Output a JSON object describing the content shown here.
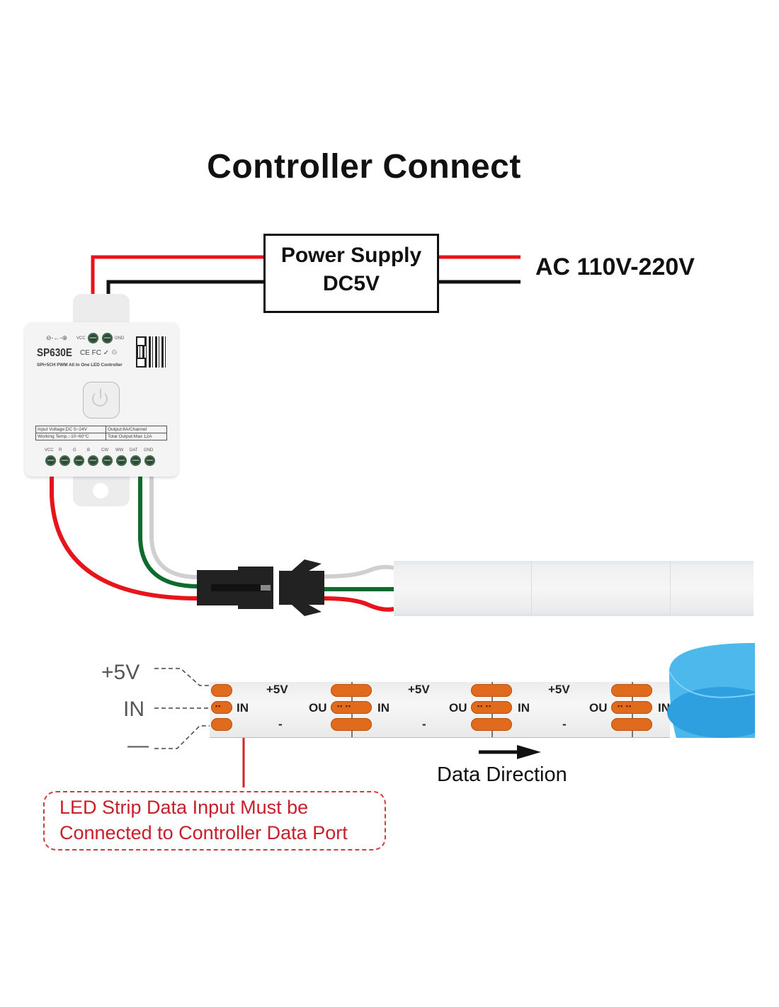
{
  "title": "Controller Connect",
  "power_supply": {
    "line1": "Power Supply",
    "line2": "DC5V"
  },
  "ac_input": "AC 110V-220V",
  "controller": {
    "model": "SP630E",
    "certifications": "CE FC ✓ ♲",
    "subtitle": "SPI+5CH PWM All In One LED Controller",
    "dc_symbol": "⊖-←-⊕",
    "top_pins": [
      "VCC",
      "GND"
    ],
    "specs": [
      [
        "Input Voltage:DC 5~24V",
        "Output:6A/Channel"
      ],
      [
        "Working Temp.:-10~60°C",
        "Total Output:Max 12A"
      ]
    ],
    "bottom_pins": [
      "VCC",
      "R",
      "G",
      "B",
      "CW",
      "WW",
      "DAT",
      "GND"
    ]
  },
  "wire_colors": {
    "positive": "#e8141b",
    "negative": "#111111",
    "data": "#0e6b2e",
    "ground": "#cfcfcf"
  },
  "strip_side_labels": {
    "positive": "+5V",
    "data": "IN",
    "negative": "—"
  },
  "strip_segments": [
    {
      "plus": "+5V",
      "minus": "-",
      "out": "OU",
      "in": "IN"
    },
    {
      "plus": "+5V",
      "minus": "-",
      "out": "OU",
      "in": "IN"
    },
    {
      "plus": "+5V",
      "minus": "-",
      "out": "OU",
      "in": "IN"
    }
  ],
  "strip_first_in": "IN",
  "data_direction": "Data Direction",
  "note": {
    "line1": "LED Strip Data Input Must be",
    "line2": "Connected to Controller Data Port"
  },
  "accent_color": "#c8202a",
  "pad_color": "#e06b1c",
  "tape_color": "#4cb8ec"
}
